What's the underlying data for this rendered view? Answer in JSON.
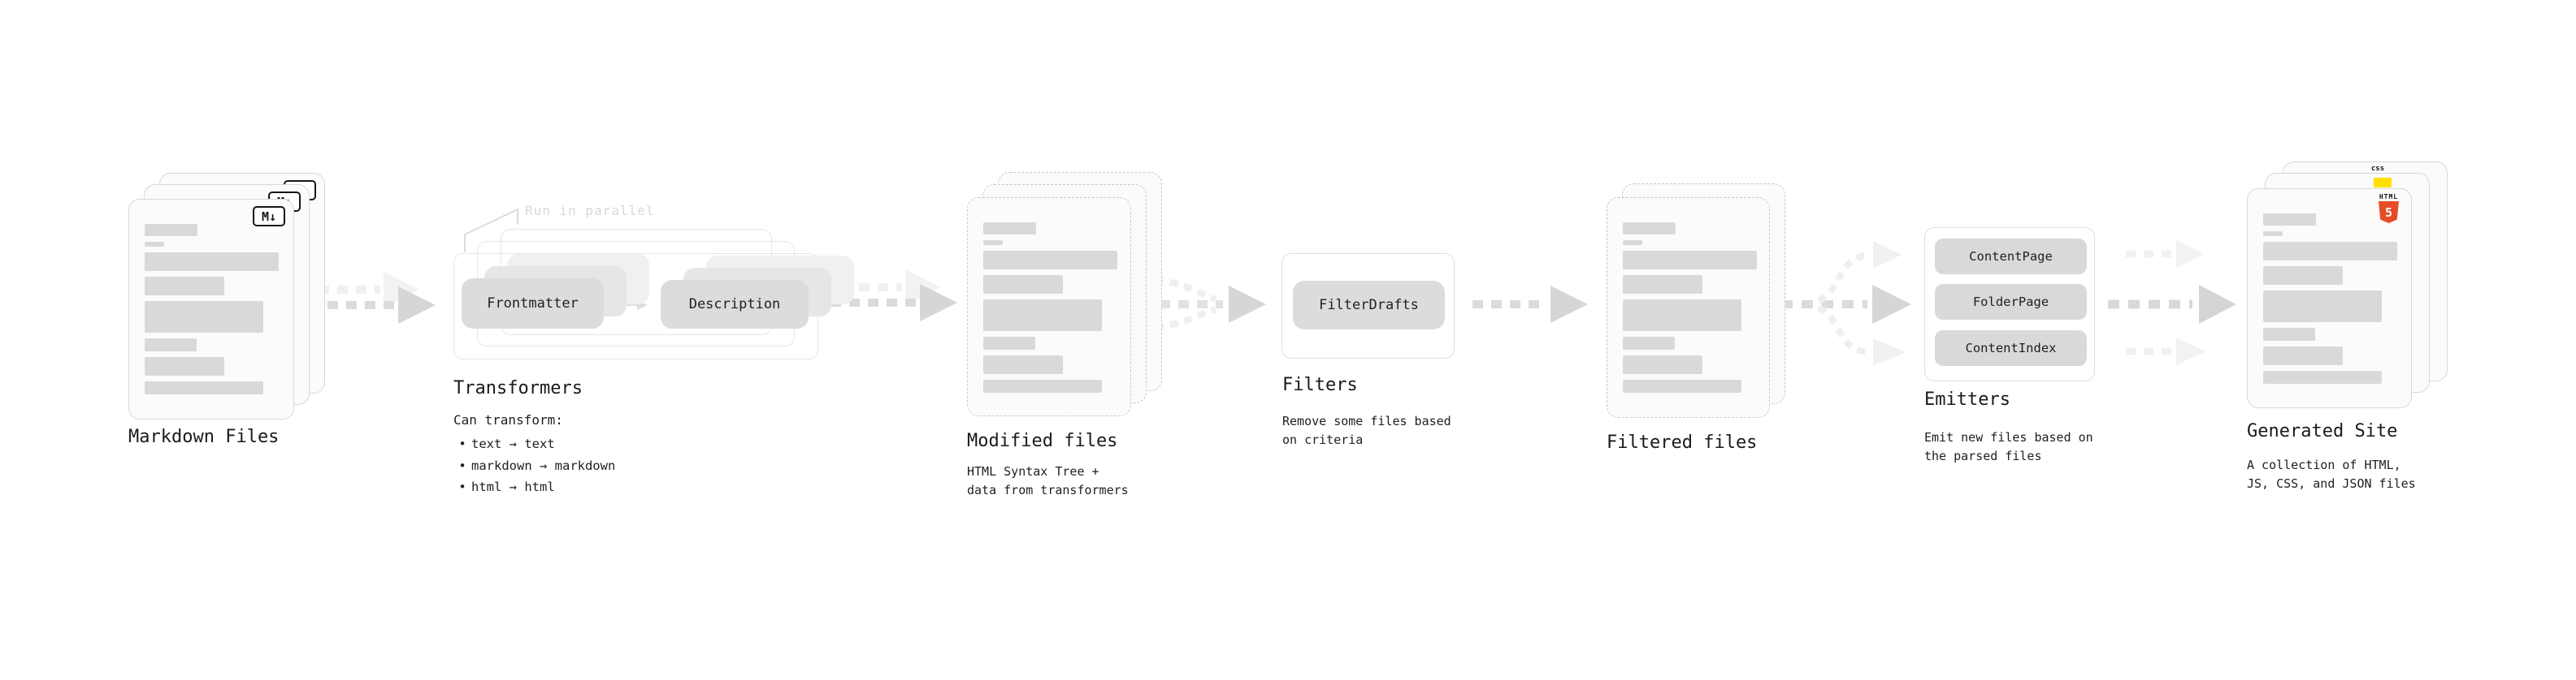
{
  "colors": {
    "bar_gray": "#d9d9d9",
    "arrow_gray": "#d7d7d7",
    "ghost_gray": "#f0f0f0",
    "html5_orange": "#e44d26",
    "js_yellow": "#ffe000",
    "css_blue": "#2e62f6"
  },
  "markdown_files": {
    "title": "Markdown Files",
    "badge": "M↓"
  },
  "transformers": {
    "title": "Transformers",
    "callout": "Run in parallel",
    "input_pill": "Frontmatter",
    "output_pill": "Description",
    "desc_heading": "Can transform:",
    "bullet_char": "•",
    "bullets": [
      "text → text",
      "markdown → markdown",
      "html → html"
    ]
  },
  "modified_files": {
    "title": "Modified files",
    "desc": "HTML Syntax Tree +\ndata from transformers"
  },
  "filters": {
    "title": "Filters",
    "pill": "FilterDrafts",
    "desc": "Remove some files based\non criteria"
  },
  "filtered_files": {
    "title": "Filtered files"
  },
  "emitters": {
    "title": "Emitters",
    "pills": [
      "ContentPage",
      "FolderPage",
      "ContentIndex"
    ],
    "desc": "Emit new files based on\nthe parsed files"
  },
  "generated_site": {
    "title": "Generated Site",
    "desc": "A collection of HTML,\nJS, CSS, and JSON files",
    "css_badge": "css",
    "html_badge": "HTML",
    "html_number": "5"
  }
}
